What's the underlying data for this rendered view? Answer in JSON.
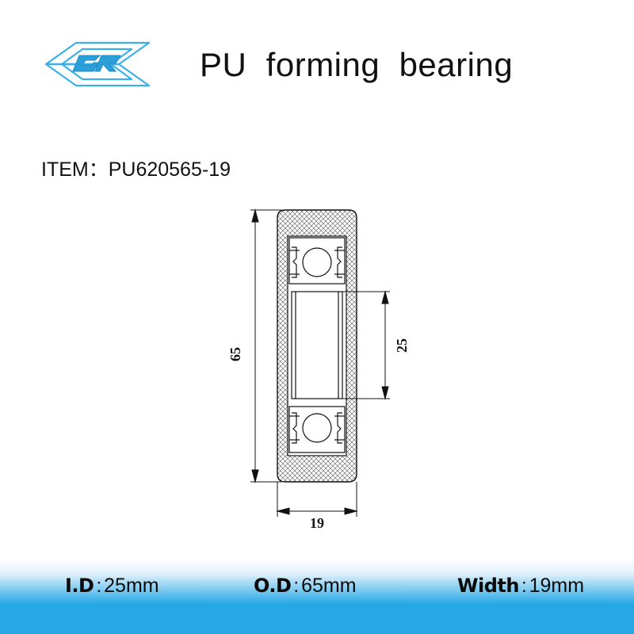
{
  "header": {
    "title": "PU  forming  bearing",
    "logo_icon": "gr-logo-icon"
  },
  "item": {
    "label": "ITEM：PU620565-19"
  },
  "drawing": {
    "od_label": "65",
    "id_label": "25",
    "width_label": "19"
  },
  "specs": [
    {
      "label": "I.D",
      "separator": ":",
      "value": "25mm"
    },
    {
      "label": "O.D",
      "separator": ":",
      "value": "65mm"
    },
    {
      "label": "Width",
      "separator": ":",
      "value": "19mm"
    }
  ],
  "colors": {
    "band": "#27a8e6",
    "logo": "#3bb0e8",
    "line": "#111111"
  }
}
